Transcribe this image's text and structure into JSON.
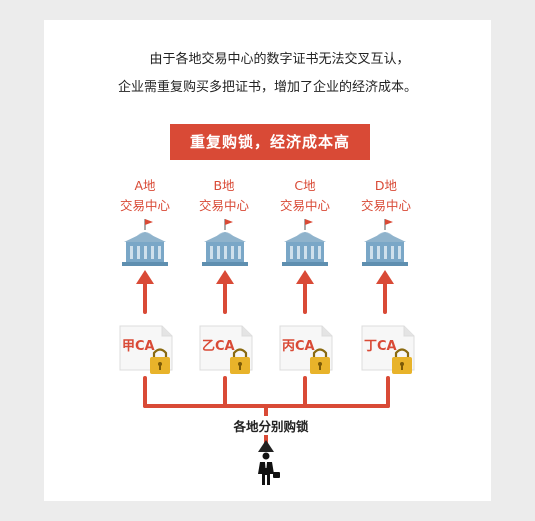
{
  "intro": {
    "line1": "由于各地交易中心的数字证书无法交叉互认，",
    "line2": "企业需重复购买多把证书，增加了企业的经济成本。"
  },
  "banner": "重复购锁，经济成本高",
  "centers": [
    {
      "name": "A地",
      "sub": "交易中心",
      "cert": "甲CA"
    },
    {
      "name": "B地",
      "sub": "交易中心",
      "cert": "乙CA"
    },
    {
      "name": "C地",
      "sub": "交易中心",
      "cert": "丙CA"
    },
    {
      "name": "D地",
      "sub": "交易中心",
      "cert": "丁CA"
    }
  ],
  "bottom_label": "各地分别购锁",
  "colors": {
    "accent": "#d94a36",
    "building": "#7aa7c7",
    "lock": "#e8b32a"
  }
}
